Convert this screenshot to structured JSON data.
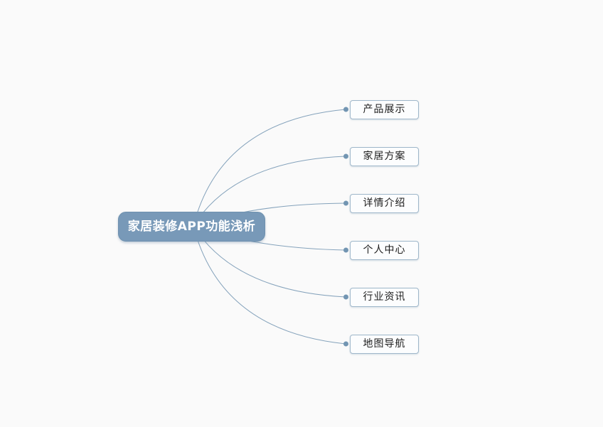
{
  "diagram": {
    "type": "mindmap",
    "root": {
      "label": "家居装修APP功能浅析"
    },
    "children": [
      {
        "label": "产品展示"
      },
      {
        "label": "家居方案"
      },
      {
        "label": "详情介绍"
      },
      {
        "label": "个人中心"
      },
      {
        "label": "行业资讯"
      },
      {
        "label": "地图导航"
      }
    ],
    "colors": {
      "background": "#fafafa",
      "root_fill": "#7899b8",
      "root_border": "#6e91af",
      "root_text": "#ffffff",
      "child_fill": "#fcfdfe",
      "child_border": "#9fb7ca",
      "child_text": "#1c1c1c",
      "connector": "#84a2bb",
      "dot": "#7295b2"
    }
  }
}
